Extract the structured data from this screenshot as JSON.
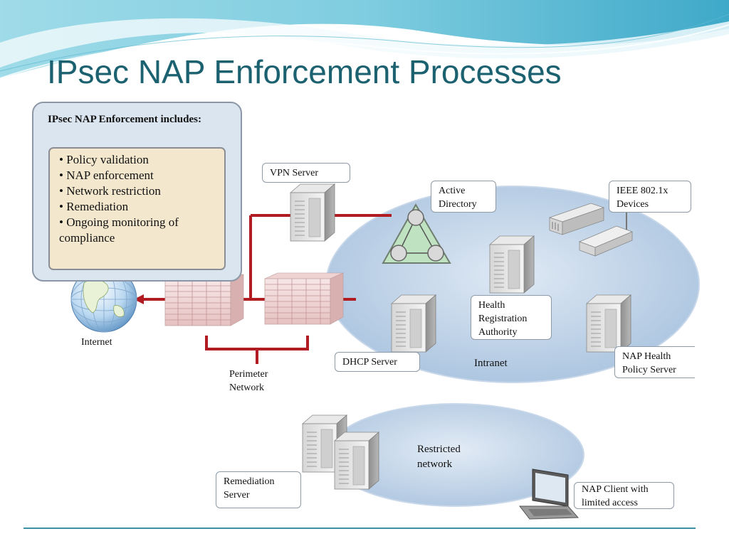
{
  "title": "IPsec NAP Enforcement Processes",
  "info_box": {
    "heading": "IPsec NAP Enforcement includes:",
    "bullets": [
      "• Policy validation",
      "• NAP enforcement",
      "• Network restriction",
      "• Remediation",
      "• Ongoing monitoring of compliance"
    ]
  },
  "labels": {
    "internet": "Internet",
    "perimeter_network": [
      "Perimeter",
      "Network"
    ],
    "vpn_server": "VPN Server",
    "active_directory": [
      "Active",
      "Directory"
    ],
    "ieee_devices": [
      "IEEE 802.1x",
      "Devices"
    ],
    "health_registration_authority": [
      "Health",
      "Registration",
      "Authority"
    ],
    "dhcp_server": "DHCP Server",
    "intranet": "Intranet",
    "nap_health_policy_server": [
      "NAP Health",
      "Policy Server"
    ],
    "restricted_network": [
      "Restricted",
      "network"
    ],
    "remediation_server": [
      "Remediation",
      "Server"
    ],
    "nap_client": [
      "NAP Client with",
      "limited access"
    ]
  },
  "colors": {
    "title": "#1c6170",
    "connector": "#b01c22",
    "intranet_fill": "#a9c3df",
    "info_box_fill": "#dbe5ef",
    "bullet_box_fill": "#f3e7cd"
  },
  "icons": [
    "globe-icon",
    "firewall-icon",
    "server-icon",
    "active-directory-icon",
    "switch-icon",
    "wireless-access-point-icon",
    "laptop-icon"
  ]
}
